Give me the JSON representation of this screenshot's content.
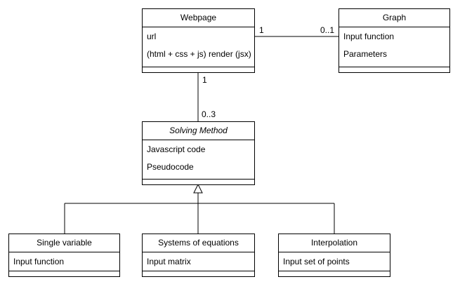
{
  "classes": {
    "webpage": {
      "name": "Webpage",
      "attributes": [
        "url",
        "(html + css + js) render (jsx)"
      ]
    },
    "graph": {
      "name": "Graph",
      "attributes": [
        "Input function",
        "Parameters"
      ]
    },
    "solving_method": {
      "name": "Solving Method",
      "abstract": true,
      "attributes": [
        "Javascript code",
        "Pseudocode"
      ]
    },
    "single_variable": {
      "name": "Single variable",
      "attributes": [
        "Input function"
      ]
    },
    "systems": {
      "name": "Systems of equations",
      "attributes": [
        "Input matrix"
      ]
    },
    "interpolation": {
      "name": "Interpolation",
      "attributes": [
        "Input set of points"
      ]
    }
  },
  "associations": {
    "webpage_graph": {
      "source_mult": "1",
      "target_mult": "0..1"
    },
    "webpage_method": {
      "source_mult": "1",
      "target_mult": "0..3"
    }
  }
}
